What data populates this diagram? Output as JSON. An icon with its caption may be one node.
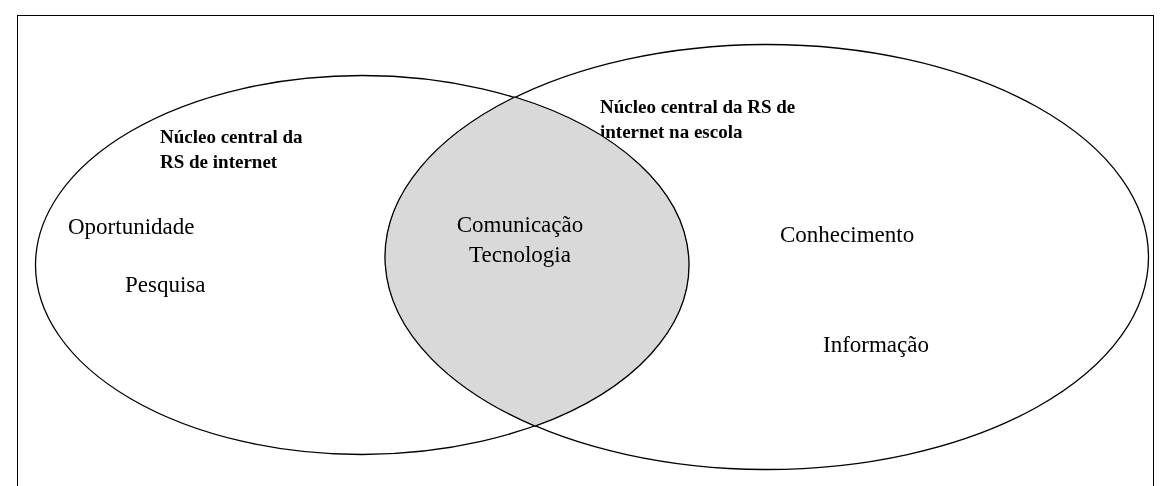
{
  "diagram": {
    "nodes": [
      {
        "text": [
          "Núcleo central da RS de internet",
          "Oportunidade",
          "Pesquisa"
        ]
      },
      {
        "text": [
          "Núcleo central da RS de internet na escola",
          "Conhecimento",
          "Informação"
        ]
      },
      {
        "text": [
          "Comunicação Tecnologia"
        ]
      }
    ]
  }
}
